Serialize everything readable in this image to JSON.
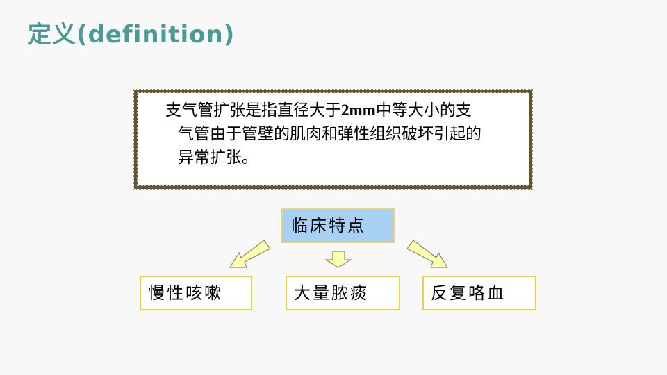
{
  "title": "定义(definition)",
  "definition": {
    "line1_pre": "支气管扩张是指直径大于",
    "line1_bold": "2mm",
    "line1_post": "中等大小的支",
    "line2": "气管由于管壁的肌肉和弹性组织破坏引起的",
    "line3": "异常扩张。"
  },
  "diagram": {
    "center": "临床特点",
    "features": [
      "慢性咳嗽",
      "大量脓痰",
      "反复咯血"
    ]
  },
  "colors": {
    "title": "#4a9a96",
    "center_fill": "#a8cff4",
    "box_border": "#e8d04a",
    "arrow_fill": "#ffffb0"
  }
}
